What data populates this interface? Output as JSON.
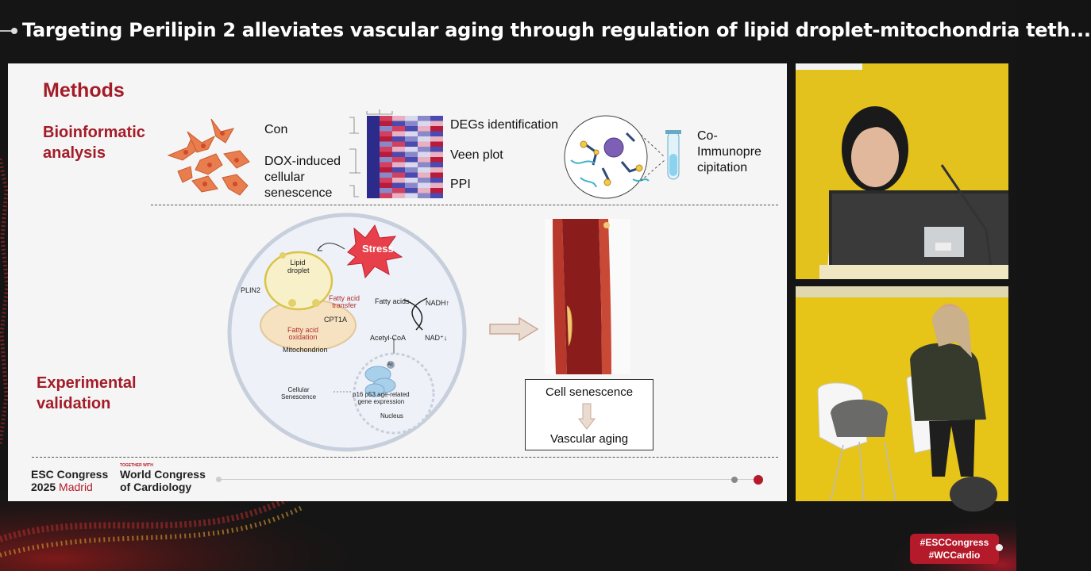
{
  "header": {
    "title": "Targeting Perilipin 2 alleviates vascular aging through regulation of lipid droplet-mitochondria teth..."
  },
  "slide": {
    "heading": "Methods",
    "bioinformatic": {
      "line1": "Bioinformatic",
      "line2": "analysis"
    },
    "cells": {
      "con": "Con",
      "dox1": "DOX-induced",
      "dox2": "cellular",
      "dox3": "senescence"
    },
    "analyses": {
      "degs": "DEGs identification",
      "veen": "Veen plot",
      "ppi": "PPI"
    },
    "coip": {
      "line1": "Co-",
      "line2": "Immunopre",
      "line3": "cipitation"
    },
    "experimental": {
      "line1": "Experimental",
      "line2": "validation"
    },
    "diagram": {
      "stress": "Stress",
      "lipid1": "Lipid",
      "lipid2": "droplet",
      "plin2": "PLIN2",
      "fat_transfer1": "Fatty acid",
      "fat_transfer2": "transfer",
      "cpt1a": "CPT1A",
      "fat_oxid1": "Fatty acid",
      "fat_oxid2": "oxidation",
      "mito": "Mitochondrion",
      "fatty_acids": "Fatty acids",
      "nadh": "NADH↑",
      "acetyl": "Acetyl-CoA",
      "nad": "NAD⁺↓",
      "gene1": "p16 p53 age-related",
      "gene2": "gene expression",
      "nucleus": "Nucleus",
      "cell_sen1": "Cellular",
      "cell_sen2": "Senescence",
      "ac": "Ac"
    },
    "outcome": {
      "cell": "Cell senescence",
      "vascular": "Vascular aging"
    },
    "footer": {
      "esc1": "ESC Congress",
      "esc_year": "2025",
      "esc_city": "Madrid",
      "together": "TOGETHER WITH",
      "wcc1": "World Congress",
      "wcc2": "of Cardiology"
    }
  },
  "hashtags": {
    "tag1": "#ESCCongress",
    "tag2": "#WCCardio"
  },
  "colors": {
    "accent": "#a31c28",
    "hashtag_bg": "#b51a2a",
    "cam_bg": "#e8c21a"
  },
  "icons": {
    "stress": "starburst-icon",
    "tube": "test-tube-icon",
    "arrow": "right-arrow-icon"
  }
}
